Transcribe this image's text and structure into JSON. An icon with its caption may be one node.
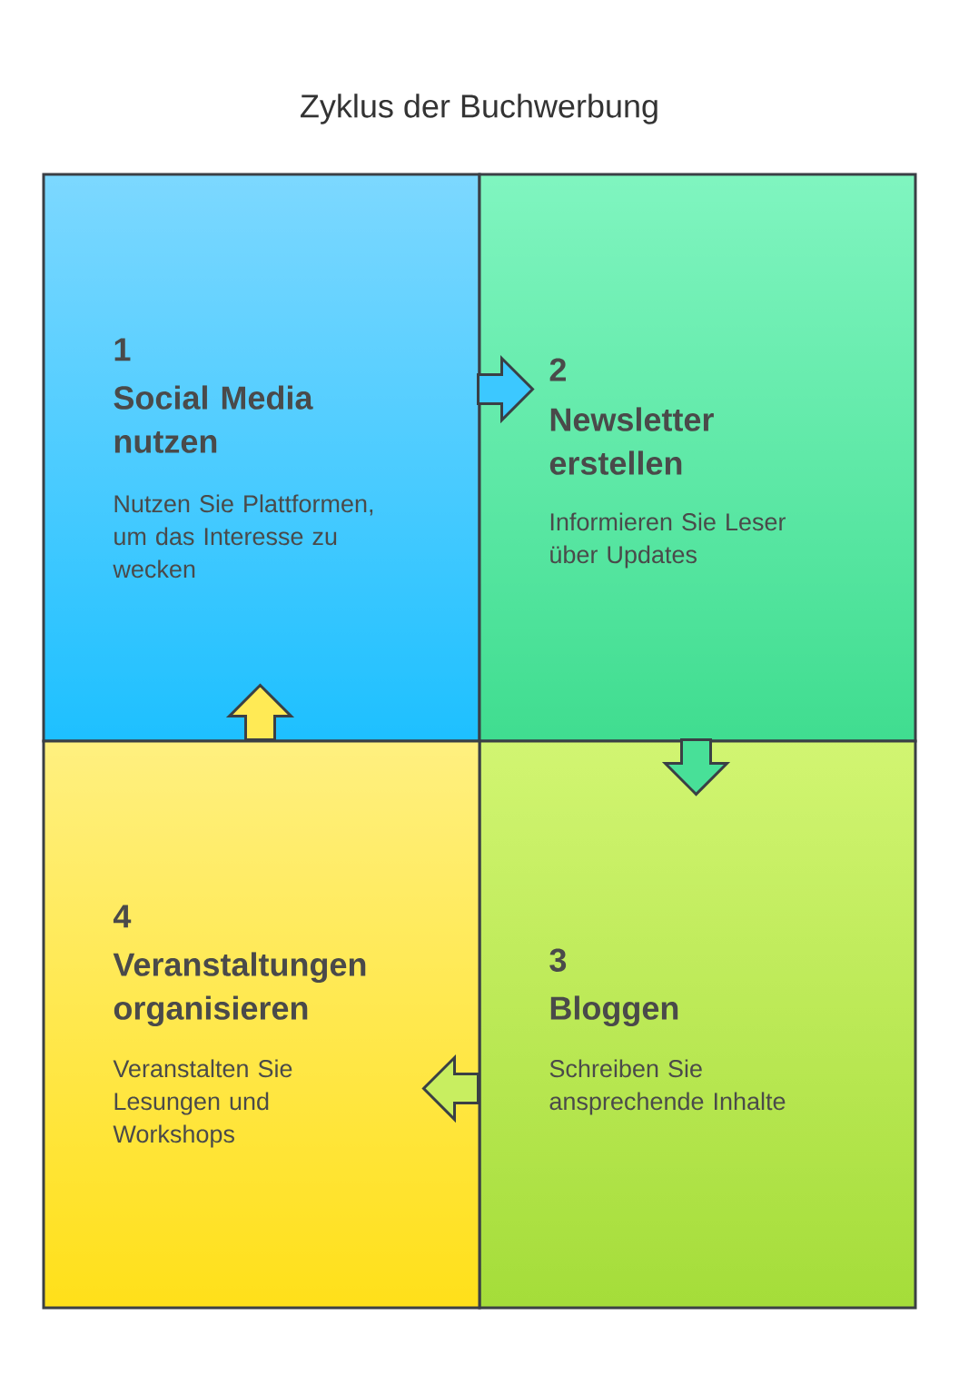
{
  "diagram": {
    "title": "Zyklus der Buchwerbung",
    "nodes": [
      {
        "text": [
          "1",
          "Social Media nutzen",
          "Nutzen Sie Plattformen, um das Interesse zu wecken"
        ]
      },
      {
        "text": [
          "2",
          "Newsletter erstellen",
          "Informieren Sie Leser über Updates"
        ]
      },
      {
        "text": [
          "3",
          "Bloggen",
          "Schreiben Sie ansprechende Inhalte"
        ]
      },
      {
        "text": [
          "4",
          "Veranstaltungen organisieren",
          "Veranstalten Sie Lesungen und Workshops"
        ]
      }
    ],
    "edges": [
      {
        "from": 0,
        "to": 1,
        "arrow": "to"
      },
      {
        "from": 1,
        "to": 2,
        "arrow": "to"
      },
      {
        "from": 2,
        "to": 3,
        "arrow": "to"
      },
      {
        "from": 3,
        "to": 0,
        "arrow": "to"
      }
    ]
  }
}
